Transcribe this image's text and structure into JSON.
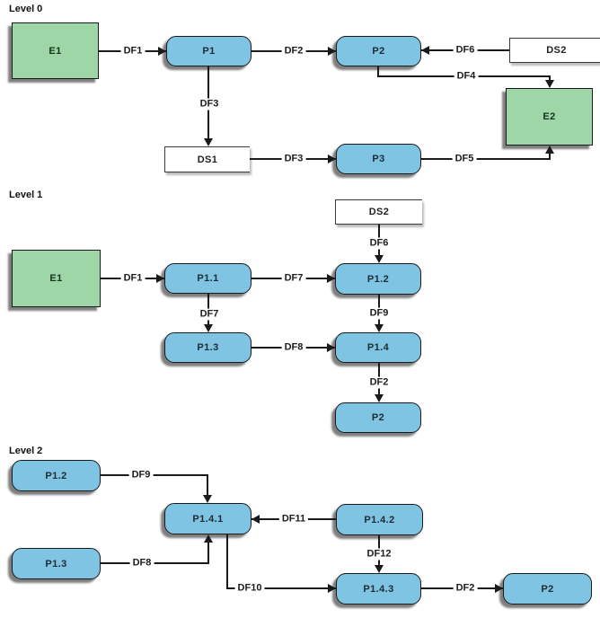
{
  "diagram_type": "data-flow-diagram",
  "colors": {
    "process_fill": "#7FC4E3",
    "external_entity_fill": "#9ED6A7",
    "data_store_fill": "#FFFFFF",
    "line": "#1A1A1A",
    "background": "#FFFFFF"
  },
  "levels": [
    {
      "title": "Level 0",
      "nodes": [
        {
          "id": "E1",
          "type": "external-entity",
          "label": "E1"
        },
        {
          "id": "P1",
          "type": "process",
          "label": "P1"
        },
        {
          "id": "P2",
          "type": "process",
          "label": "P2"
        },
        {
          "id": "DS2",
          "type": "data-store",
          "label": "DS2"
        },
        {
          "id": "E2",
          "type": "external-entity",
          "label": "E2"
        },
        {
          "id": "DS1",
          "type": "data-store",
          "label": "DS1"
        },
        {
          "id": "P3",
          "type": "process",
          "label": "P3"
        }
      ],
      "flows": [
        {
          "label": "DF1",
          "from": "E1",
          "to": "P1"
        },
        {
          "label": "DF2",
          "from": "P1",
          "to": "P2"
        },
        {
          "label": "DF6",
          "from": "DS2",
          "to": "P2"
        },
        {
          "label": "DF4",
          "from": "P2",
          "to": "E2"
        },
        {
          "label": "DF3",
          "from": "P1",
          "to": "DS1"
        },
        {
          "label": "DF3",
          "from": "DS1",
          "to": "P3"
        },
        {
          "label": "DF5",
          "from": "P3",
          "to": "E2"
        }
      ]
    },
    {
      "title": "Level 1",
      "nodes": [
        {
          "id": "DS2",
          "type": "data-store",
          "label": "DS2"
        },
        {
          "id": "E1",
          "type": "external-entity",
          "label": "E1"
        },
        {
          "id": "P1.1",
          "type": "process",
          "label": "P1.1"
        },
        {
          "id": "P1.2",
          "type": "process",
          "label": "P1.2"
        },
        {
          "id": "P1.3",
          "type": "process",
          "label": "P1.3"
        },
        {
          "id": "P1.4",
          "type": "process",
          "label": "P1.4"
        },
        {
          "id": "P2",
          "type": "process",
          "label": "P2"
        }
      ],
      "flows": [
        {
          "label": "DF1",
          "from": "E1",
          "to": "P1.1"
        },
        {
          "label": "DF7",
          "from": "P1.1",
          "to": "P1.2"
        },
        {
          "label": "DF6",
          "from": "DS2",
          "to": "P1.2"
        },
        {
          "label": "DF7",
          "from": "P1.1",
          "to": "P1.3"
        },
        {
          "label": "DF9",
          "from": "P1.2",
          "to": "P1.4"
        },
        {
          "label": "DF8",
          "from": "P1.3",
          "to": "P1.4"
        },
        {
          "label": "DF2",
          "from": "P1.4",
          "to": "P2"
        }
      ]
    },
    {
      "title": "Level 2",
      "nodes": [
        {
          "id": "P1.2",
          "type": "process",
          "label": "P1.2"
        },
        {
          "id": "P1.3",
          "type": "process",
          "label": "P1.3"
        },
        {
          "id": "P1.4.1",
          "type": "process",
          "label": "P1.4.1"
        },
        {
          "id": "P1.4.2",
          "type": "process",
          "label": "P1.4.2"
        },
        {
          "id": "P1.4.3",
          "type": "process",
          "label": "P1.4.3"
        },
        {
          "id": "P2",
          "type": "process",
          "label": "P2"
        }
      ],
      "flows": [
        {
          "label": "DF9",
          "from": "P1.2",
          "to": "P1.4.1"
        },
        {
          "label": "DF11",
          "from": "P1.4.2",
          "to": "P1.4.1"
        },
        {
          "label": "DF8",
          "from": "P1.3",
          "to": "P1.4.1"
        },
        {
          "label": "DF10",
          "from": "P1.4.1",
          "to": "P1.4.3"
        },
        {
          "label": "DF12",
          "from": "P1.4.2",
          "to": "P1.4.3"
        },
        {
          "label": "DF2",
          "from": "P1.4.3",
          "to": "P2"
        }
      ]
    }
  ]
}
